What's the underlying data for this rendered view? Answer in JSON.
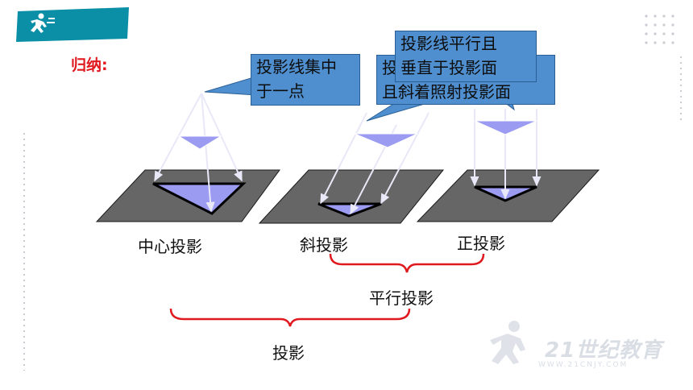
{
  "heading": "归纳:",
  "callouts": {
    "central": [
      "投影线集中",
      "于一点"
    ],
    "parallel_perpendicular": [
      "投影线平行且",
      "垂直于投影面"
    ],
    "oblique_back": [
      "投",
      "且斜着照射投影面"
    ]
  },
  "captions": {
    "central": "中心投影",
    "oblique": "斜投影",
    "orthographic": "正投影",
    "parallel": "平行投影",
    "projection": "投影"
  },
  "watermark": {
    "brand": "21世纪教育",
    "url": "WWW.21CNJY.COM"
  },
  "colors": {
    "banner": "#0b8fa6",
    "plane": "#666666",
    "triangle": "#9b9bf2",
    "callout": "#4f8fcf",
    "brace": "#e0191f",
    "heading": "#e0191f"
  }
}
